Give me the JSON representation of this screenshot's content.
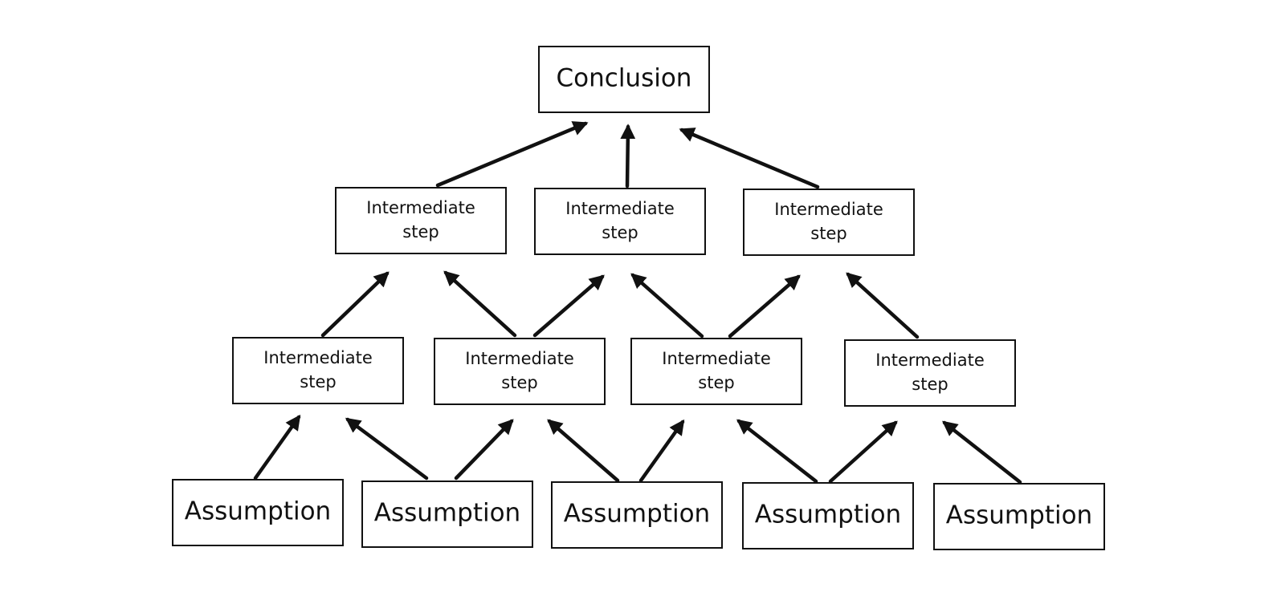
{
  "diagram": {
    "nodes": [
      {
        "id": "conclusion",
        "level": "conclusion",
        "lines": [
          "Conclusion"
        ]
      },
      {
        "id": "step-a",
        "level": "step",
        "lines": [
          "Intermediate",
          "step"
        ]
      },
      {
        "id": "step-b",
        "level": "step",
        "lines": [
          "Intermediate",
          "step"
        ]
      },
      {
        "id": "step-c",
        "level": "step",
        "lines": [
          "Intermediate",
          "step"
        ]
      },
      {
        "id": "step-d",
        "level": "step",
        "lines": [
          "Intermediate",
          "step"
        ]
      },
      {
        "id": "step-e",
        "level": "step",
        "lines": [
          "Intermediate",
          "step"
        ]
      },
      {
        "id": "step-f",
        "level": "step",
        "lines": [
          "Intermediate",
          "step"
        ]
      },
      {
        "id": "step-g",
        "level": "step",
        "lines": [
          "Intermediate",
          "step"
        ]
      },
      {
        "id": "assumption-1",
        "level": "assumption",
        "lines": [
          "Assumption"
        ]
      },
      {
        "id": "assumption-2",
        "level": "assumption",
        "lines": [
          "Assumption"
        ]
      },
      {
        "id": "assumption-3",
        "level": "assumption",
        "lines": [
          "Assumption"
        ]
      },
      {
        "id": "assumption-4",
        "level": "assumption",
        "lines": [
          "Assumption"
        ]
      },
      {
        "id": "assumption-5",
        "level": "assumption",
        "lines": [
          "Assumption"
        ]
      }
    ],
    "edges": [
      {
        "from": "step-a",
        "to": "conclusion"
      },
      {
        "from": "step-b",
        "to": "conclusion"
      },
      {
        "from": "step-c",
        "to": "conclusion"
      },
      {
        "from": "step-d",
        "to": "step-a"
      },
      {
        "from": "step-e",
        "to": "step-a"
      },
      {
        "from": "step-e",
        "to": "step-b"
      },
      {
        "from": "step-f",
        "to": "step-b"
      },
      {
        "from": "step-f",
        "to": "step-c"
      },
      {
        "from": "step-g",
        "to": "step-c"
      },
      {
        "from": "assumption-1",
        "to": "step-d"
      },
      {
        "from": "assumption-2",
        "to": "step-d"
      },
      {
        "from": "assumption-2",
        "to": "step-e"
      },
      {
        "from": "assumption-3",
        "to": "step-e"
      },
      {
        "from": "assumption-3",
        "to": "step-f"
      },
      {
        "from": "assumption-4",
        "to": "step-f"
      },
      {
        "from": "assumption-4",
        "to": "step-g"
      },
      {
        "from": "assumption-5",
        "to": "step-g"
      }
    ]
  }
}
